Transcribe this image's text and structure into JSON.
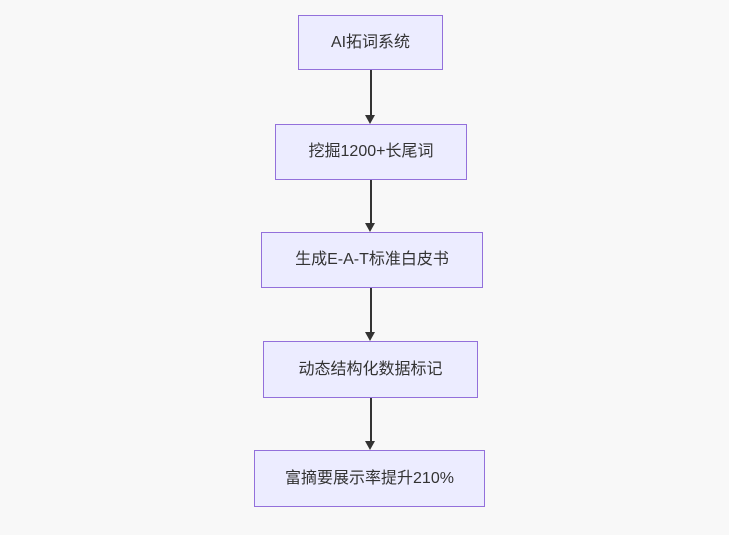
{
  "diagram": {
    "type": "flowchart",
    "direction": "top-down",
    "nodes": [
      {
        "id": "node-1",
        "label": "AI拓词系统"
      },
      {
        "id": "node-2",
        "label": "挖掘1200+长尾词"
      },
      {
        "id": "node-3",
        "label": "生成E-A-T标准白皮书"
      },
      {
        "id": "node-4",
        "label": "动态结构化数据标记"
      },
      {
        "id": "node-5",
        "label": "富摘要展示率提升210%"
      }
    ],
    "edges": [
      {
        "from": "node-1",
        "to": "node-2",
        "style": "solid-arrow"
      },
      {
        "from": "node-2",
        "to": "node-3",
        "style": "solid-arrow"
      },
      {
        "from": "node-3",
        "to": "node-4",
        "style": "solid-arrow"
      },
      {
        "from": "node-4",
        "to": "node-5",
        "style": "solid-arrow"
      }
    ],
    "colors": {
      "node_fill": "#ececff",
      "node_border": "#9370db",
      "edge": "#333333",
      "text": "#333333",
      "background": "#f8f8f8"
    }
  }
}
